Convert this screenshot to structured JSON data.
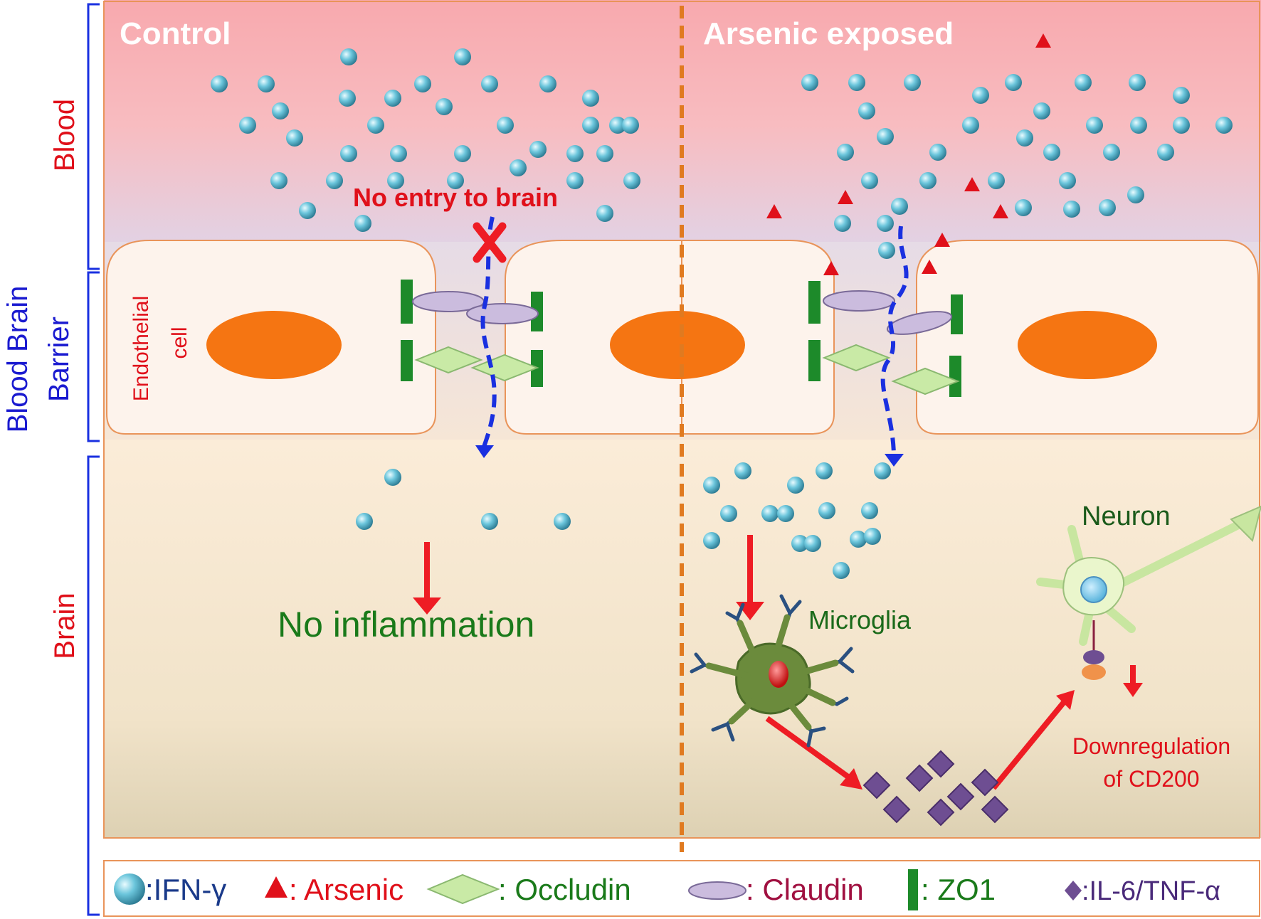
{
  "panels": {
    "left_title": "Control",
    "right_title": "Arsenic exposed"
  },
  "side_labels": {
    "blood": "Blood",
    "bbb_line1": "Blood Brain",
    "bbb_line2": "Barrier",
    "brain": "Brain"
  },
  "cell_label": {
    "line1": "Endothelial",
    "line2": "cell"
  },
  "annotations": {
    "no_entry": "No entry to brain",
    "no_inflammation": "No inflammation",
    "neuron": "Neuron",
    "microglia": "Microglia",
    "downreg_line1": "Downregulation",
    "downreg_line2": "of CD200"
  },
  "legend": {
    "ifn": ":IFN-γ",
    "arsenic": ": Arsenic",
    "occludin": ": Occludin",
    "claudin": ": Claudin",
    "zo1": ": ZO1",
    "il6": ":IL-6/TNF-α"
  },
  "colors": {
    "label_red": "#e0101a",
    "label_blue": "#1a1ad0",
    "label_green": "#1a7a1a",
    "nucleus": "#f57512",
    "particle": "#5ab4cc",
    "zo1": "#1d8a2a",
    "occludin": "#c9eaa6",
    "claudin": "#cbbcde",
    "cytokine": "#6e4e92",
    "divider": "#e07a20"
  },
  "icons": [
    "ifn-particle-icon",
    "arsenic-triangle-icon",
    "occludin-diamond-icon",
    "claudin-ellipse-icon",
    "zo1-bar-icon",
    "cytokine-diamond-icon",
    "microglia-icon",
    "neuron-icon",
    "cross-icon"
  ]
}
